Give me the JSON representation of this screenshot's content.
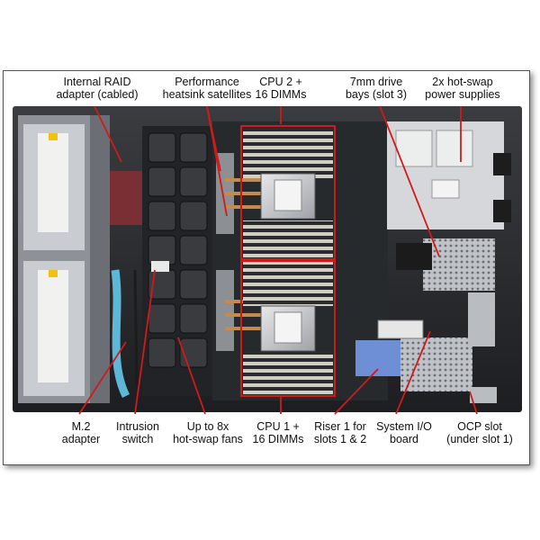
{
  "labels": {
    "top": [
      {
        "id": "raid",
        "lines": [
          "Internal RAID",
          "adapter (cabled)"
        ]
      },
      {
        "id": "heatsink",
        "lines": [
          "Performance",
          "heatsink satellites"
        ]
      },
      {
        "id": "cpu2",
        "lines": [
          "CPU 2 +",
          "16 DIMMs"
        ]
      },
      {
        "id": "drive",
        "lines": [
          "7mm drive",
          "bays (slot 3)"
        ]
      },
      {
        "id": "psu",
        "lines": [
          "2x hot-swap",
          "power supplies"
        ]
      }
    ],
    "bottom": [
      {
        "id": "m2",
        "lines": [
          "M.2",
          "adapter"
        ]
      },
      {
        "id": "intrusion",
        "lines": [
          "Intrusion",
          "switch"
        ]
      },
      {
        "id": "fans",
        "lines": [
          "Up to 8x",
          "hot-swap fans"
        ]
      },
      {
        "id": "cpu1",
        "lines": [
          "CPU 1 +",
          "16 DIMMs"
        ]
      },
      {
        "id": "riser",
        "lines": [
          "Riser 1 for",
          "slots 1 & 2"
        ]
      },
      {
        "id": "sysio",
        "lines": [
          "System I/O",
          "board"
        ]
      },
      {
        "id": "ocp",
        "lines": [
          "OCP slot",
          "(under slot 1)"
        ]
      }
    ]
  },
  "colors": {
    "highlight": "#d11a1a",
    "pointer": "#d11a1a"
  }
}
